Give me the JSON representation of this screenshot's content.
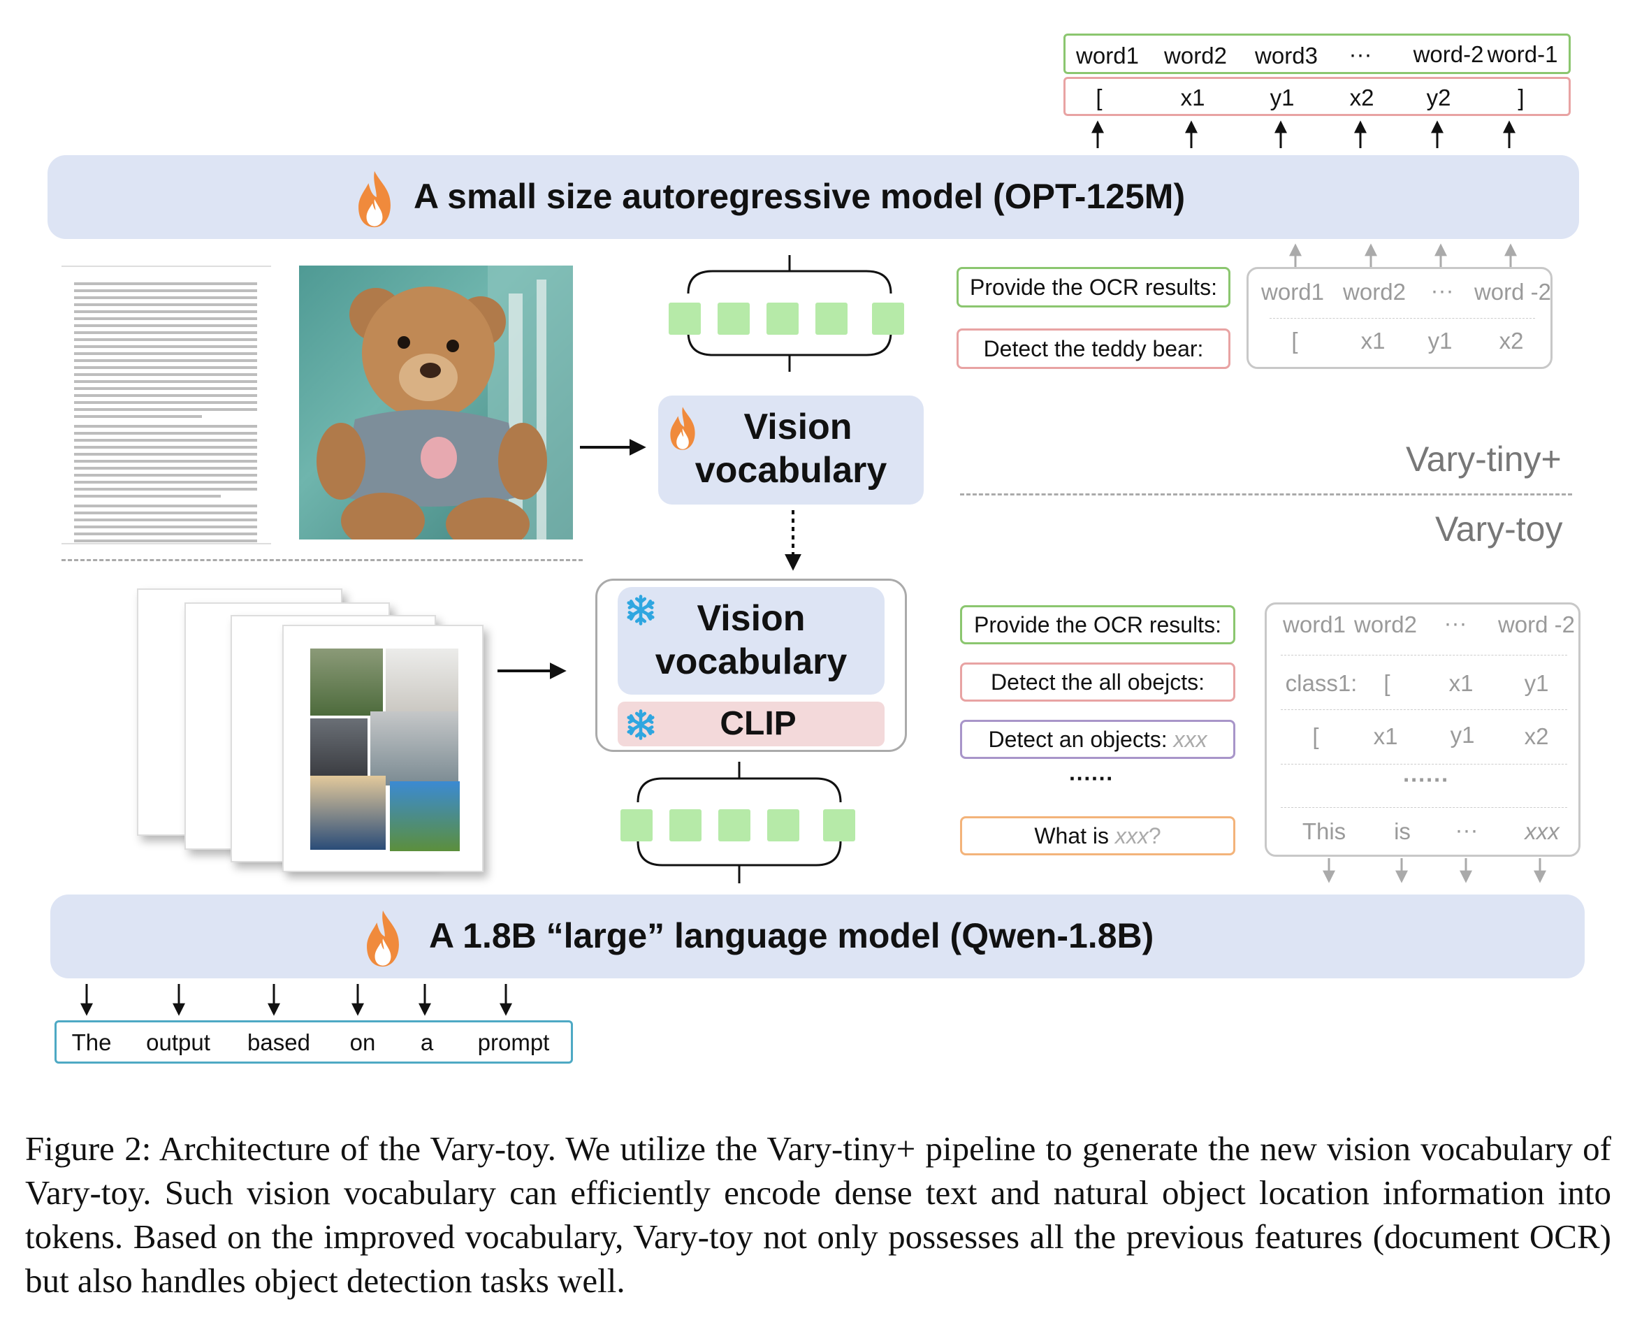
{
  "top_output": {
    "words": [
      "word1",
      "word2",
      "word3",
      "···",
      "word-2",
      "word-1"
    ],
    "coords": [
      "[",
      "x1",
      "y1",
      "x2",
      "y2",
      "]"
    ]
  },
  "opt_bar": {
    "title": "A small size autoregressive model (OPT-125M)"
  },
  "vision_vocab_top": {
    "line1": "Vision",
    "line2": "vocabulary"
  },
  "vision_vocab_bottom": {
    "line1": "Vision",
    "line2": "vocabulary"
  },
  "clip": {
    "label": "CLIP"
  },
  "tiny_prompts": {
    "ocr": "Provide the OCR results:",
    "detect": "Detect the teddy bear:"
  },
  "tiny_output": {
    "row1": [
      "word1",
      "word2",
      "···",
      "word -2"
    ],
    "row2": [
      "[",
      "x1",
      "y1",
      "x2"
    ]
  },
  "labels": {
    "tiny": "Vary-tiny+",
    "toy": "Vary-toy"
  },
  "toy_prompts": {
    "ocr": "Provide the OCR results:",
    "detect_all": "Detect the all obejcts:",
    "detect_an_prefix": "Detect an objects: ",
    "detect_an_var": "xxx",
    "dots": "······",
    "what_prefix": "What is ",
    "what_var": "xxx",
    "what_suffix": "?"
  },
  "toy_output": {
    "row1": [
      "word1",
      "word2",
      "···",
      "word -2"
    ],
    "row2": [
      "class1:",
      "[",
      "x1",
      "y1"
    ],
    "row3": [
      "[",
      "x1",
      "y1",
      "x2"
    ],
    "row4": "······",
    "row5": [
      "This",
      "is",
      "···",
      "xxx"
    ]
  },
  "qwen_bar": {
    "title": "A 1.8B “large” language model (Qwen-1.8B)"
  },
  "bottom_output": {
    "words": [
      "The",
      "output",
      "based",
      "on",
      "a",
      "prompt"
    ]
  },
  "caption": "Figure 2: Architecture of the Vary-toy. We utilize the Vary-tiny+ pipeline to generate the new vision vocabulary of Vary-toy. Such vision vocabulary can efficiently encode dense text and natural object location information into tokens. Based on the improved vocabulary, Vary-toy not only possesses all the previous features (document OCR) but also handles object detection tasks well.",
  "colors": {
    "bar": "#dde4f4",
    "green": "#8bc66f",
    "pink": "#e8a3a3",
    "purple": "#a895c9",
    "orange": "#f3b37a",
    "teal": "#4ea9c4",
    "gray_border": "#c8c8c8",
    "flame": "#f08a3c",
    "snow": "#2fa6e0"
  }
}
